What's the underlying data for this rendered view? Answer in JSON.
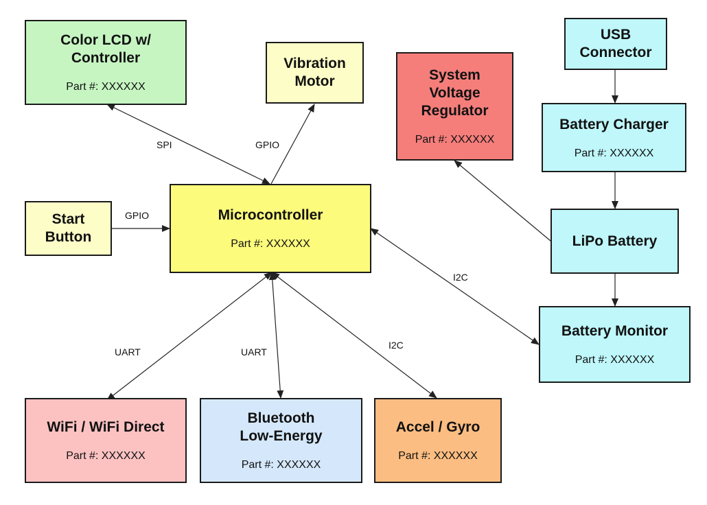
{
  "blocks": {
    "lcd": {
      "title": "Color LCD w/\nController",
      "part": "Part #: XXXXXX",
      "color": "#c6f5c2"
    },
    "vib": {
      "title": "Vibration\nMotor",
      "color": "#fdfdc7"
    },
    "svr": {
      "title": "System\nVoltage\nRegulator",
      "part": "Part #: XXXXXX",
      "color": "#f57e7b"
    },
    "usb": {
      "title": "USB\nConnector",
      "color": "#bff7fa"
    },
    "charger": {
      "title": "Battery Charger",
      "part": "Part #: XXXXXX",
      "color": "#bff7fa"
    },
    "start": {
      "title": "Start\nButton",
      "color": "#fdfdc7"
    },
    "mcu": {
      "title": "Microcontroller",
      "part": "Part #: XXXXXX",
      "color": "#fdfb7c"
    },
    "lipo": {
      "title": "LiPo Battery",
      "color": "#bff7fa"
    },
    "monitor": {
      "title": "Battery Monitor",
      "part": "Part #: XXXXXX",
      "color": "#bff7fa"
    },
    "wifi": {
      "title": "WiFi / WiFi Direct",
      "part": "Part #: XXXXXX",
      "color": "#fcc2c2"
    },
    "ble": {
      "title": "Bluetooth\nLow-Energy",
      "part": "Part #: XXXXXX",
      "color": "#d5e8fb"
    },
    "accel": {
      "title": "Accel / Gyro",
      "part": "Part #: XXXXXX",
      "color": "#fbbd82"
    }
  },
  "labels": {
    "spi": "SPI",
    "gpio_vib": "GPIO",
    "gpio_start": "GPIO",
    "i2c_monitor": "I2C",
    "uart_wifi": "UART",
    "uart_ble": "UART",
    "i2c_accel": "I2C"
  }
}
